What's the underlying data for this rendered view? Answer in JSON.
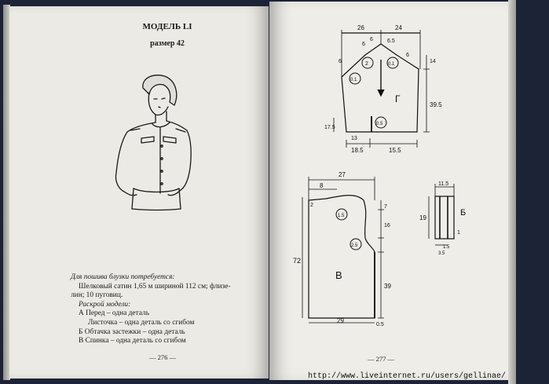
{
  "left_page": {
    "title": "МОДЕЛЬ LI",
    "subtitle": "размер 42",
    "materials_heading": "Для пошива блузки потребуется:",
    "materials_line1": "Шелковый сатин 1,65 м шириной 112 см; флизе-",
    "materials_line2": "лин; 10 пуговиц.",
    "cutting_heading": "Раскрой модели:",
    "parts": [
      "А Перед – одна деталь",
      "Листочка – одна деталь со сгибом",
      "Б Обтачка застежки – одна деталь",
      "В Спинка – одна деталь со сгибом"
    ],
    "page_number": "— 276 —"
  },
  "right_page": {
    "page_number": "— 277 —",
    "pattern_top": {
      "letter": "Г",
      "dims": [
        "26",
        "24",
        "6",
        "6",
        "6.5",
        "6",
        "6",
        "14",
        "39.5",
        "17.5",
        "13",
        "18.5",
        "15.5",
        "0.1",
        "2",
        "0.1",
        "0.5"
      ]
    },
    "pattern_back": {
      "letter": "В",
      "dims": [
        "27",
        "8",
        "2",
        "7",
        "1.5",
        "16",
        "2.5",
        "72",
        "39",
        "29",
        "0.5"
      ]
    },
    "pattern_small": {
      "letter": "Б",
      "dims": [
        "11.5",
        "19",
        "1",
        "1.5",
        "3.5"
      ]
    }
  },
  "watermark": "http://www.liveinternet.ru/users/gellinae/"
}
